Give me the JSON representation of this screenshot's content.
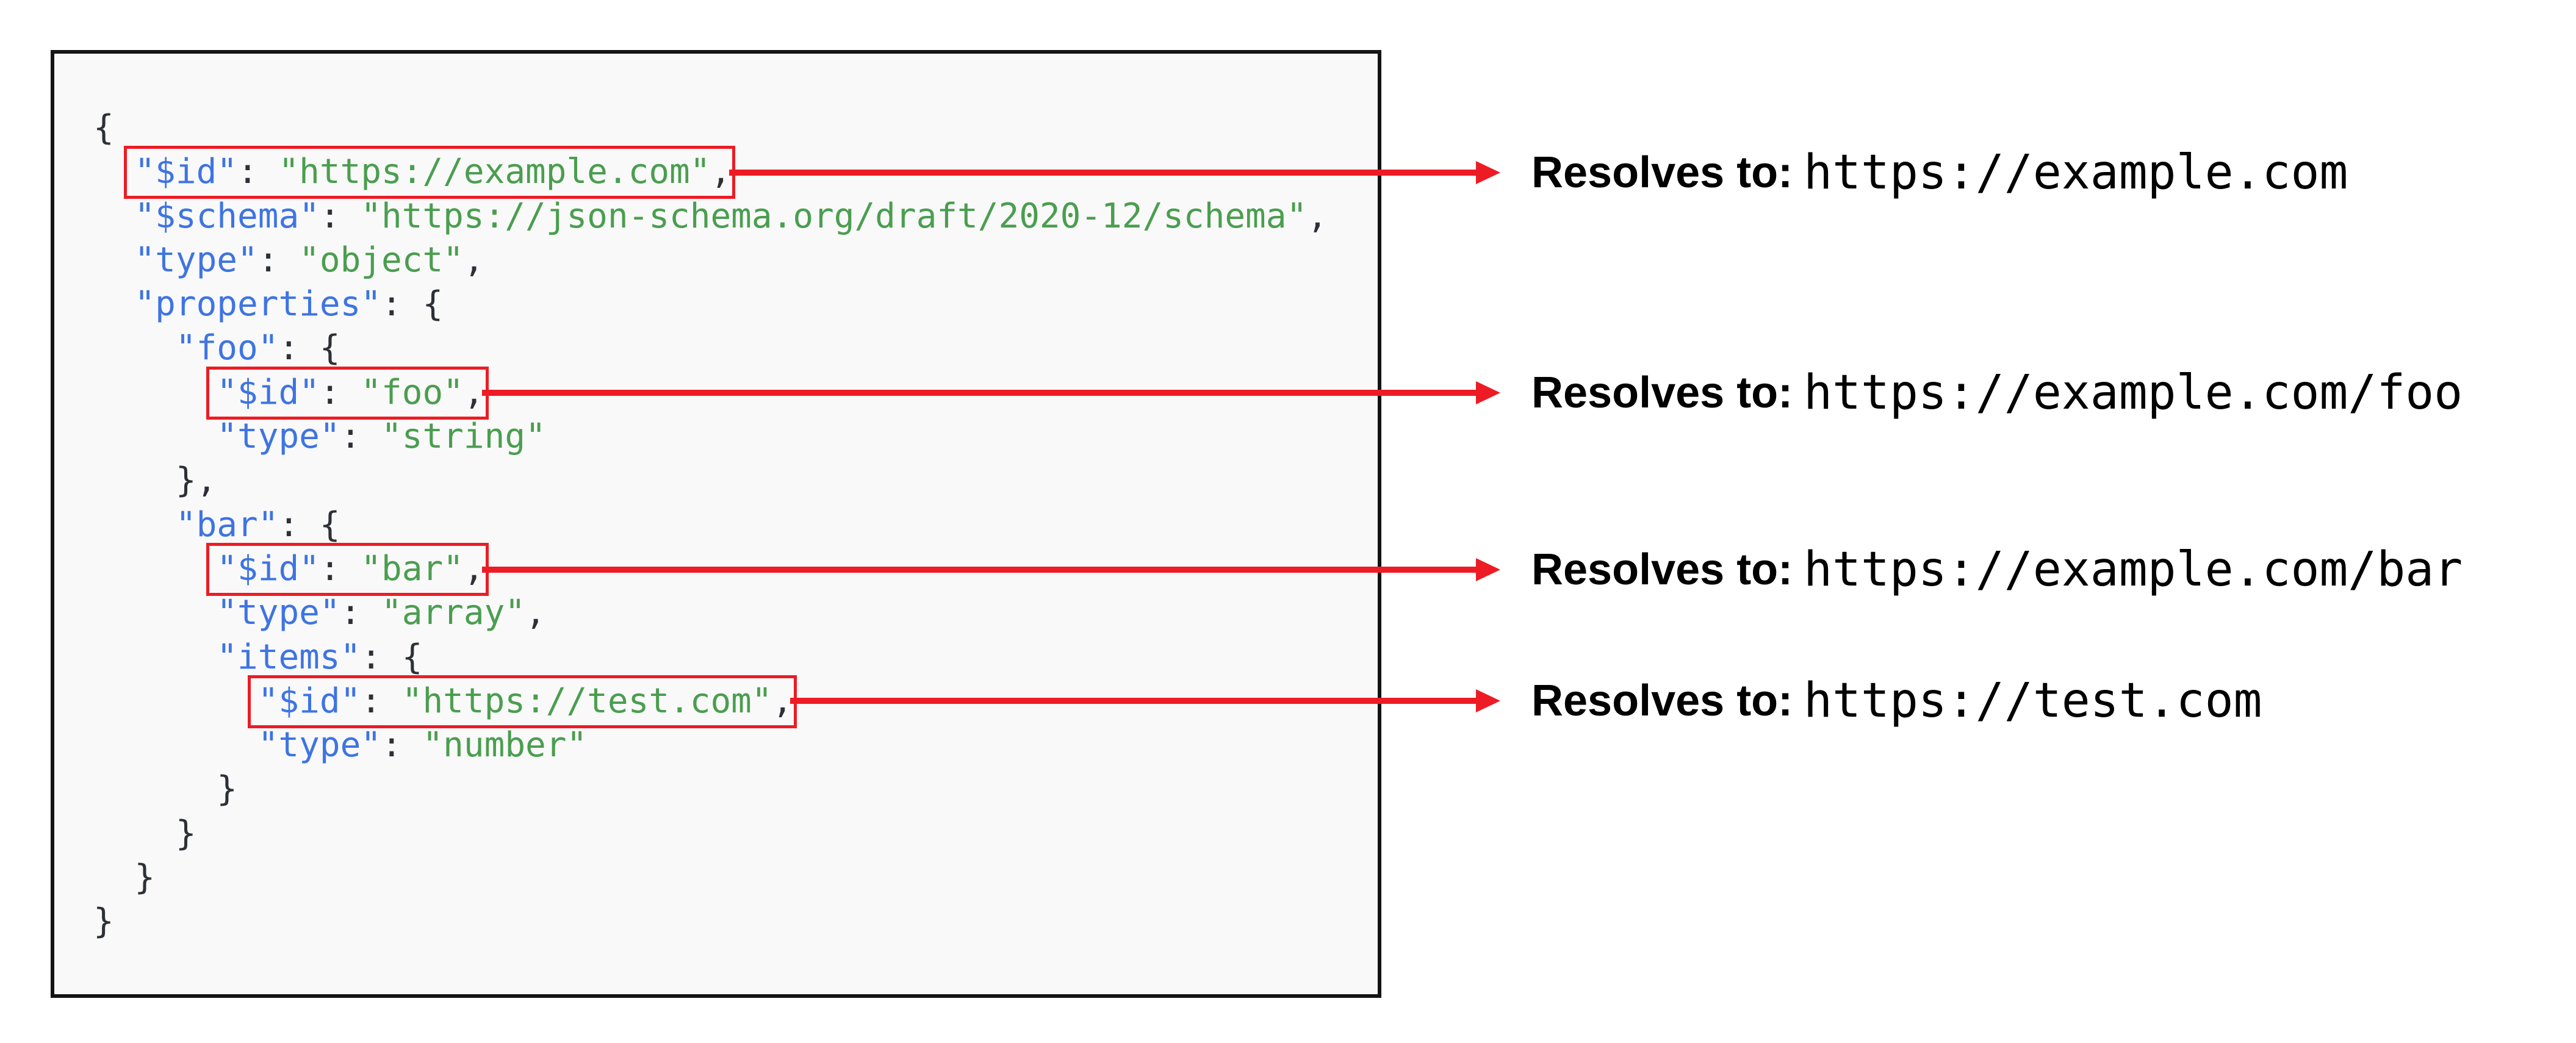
{
  "colors": {
    "red": "#ed1c24",
    "key": "#3e74e3",
    "str": "#4a9e4f",
    "pun": "#2d3036",
    "codebg": "#f9f9f9",
    "border": "#141414",
    "ann": "#000000"
  },
  "code": {
    "lines": [
      {
        "plain": [
          {
            "t": "{",
            "c": "p"
          }
        ],
        "boxed": null
      },
      {
        "plain": [
          {
            "t": "  ",
            "c": "p"
          }
        ],
        "boxed": [
          {
            "t": "\"$id\"",
            "c": "k"
          },
          {
            "t": ": ",
            "c": "p"
          },
          {
            "t": "\"https://example.com\"",
            "c": "s"
          },
          {
            "t": ",",
            "c": "p"
          }
        ]
      },
      {
        "plain": [
          {
            "t": "  ",
            "c": "p"
          },
          {
            "t": "\"$schema\"",
            "c": "k"
          },
          {
            "t": ": ",
            "c": "p"
          },
          {
            "t": "\"https://json-schema.org/draft/2020-12/schema\"",
            "c": "s"
          },
          {
            "t": ",",
            "c": "p"
          }
        ],
        "boxed": null
      },
      {
        "plain": [
          {
            "t": "  ",
            "c": "p"
          },
          {
            "t": "\"type\"",
            "c": "k"
          },
          {
            "t": ": ",
            "c": "p"
          },
          {
            "t": "\"object\"",
            "c": "s"
          },
          {
            "t": ",",
            "c": "p"
          }
        ],
        "boxed": null
      },
      {
        "plain": [
          {
            "t": "  ",
            "c": "p"
          },
          {
            "t": "\"properties\"",
            "c": "k"
          },
          {
            "t": ": {",
            "c": "p"
          }
        ],
        "boxed": null
      },
      {
        "plain": [
          {
            "t": "    ",
            "c": "p"
          },
          {
            "t": "\"foo\"",
            "c": "k"
          },
          {
            "t": ": {",
            "c": "p"
          }
        ],
        "boxed": null
      },
      {
        "plain": [
          {
            "t": "      ",
            "c": "p"
          }
        ],
        "boxed": [
          {
            "t": "\"$id\"",
            "c": "k"
          },
          {
            "t": ": ",
            "c": "p"
          },
          {
            "t": "\"foo\"",
            "c": "s"
          },
          {
            "t": ",",
            "c": "p"
          }
        ]
      },
      {
        "plain": [
          {
            "t": "      ",
            "c": "p"
          },
          {
            "t": "\"type\"",
            "c": "k"
          },
          {
            "t": ": ",
            "c": "p"
          },
          {
            "t": "\"string\"",
            "c": "s"
          }
        ],
        "boxed": null
      },
      {
        "plain": [
          {
            "t": "    },",
            "c": "p"
          }
        ],
        "boxed": null
      },
      {
        "plain": [
          {
            "t": "    ",
            "c": "p"
          },
          {
            "t": "\"bar\"",
            "c": "k"
          },
          {
            "t": ": {",
            "c": "p"
          }
        ],
        "boxed": null
      },
      {
        "plain": [
          {
            "t": "      ",
            "c": "p"
          }
        ],
        "boxed": [
          {
            "t": "\"$id\"",
            "c": "k"
          },
          {
            "t": ": ",
            "c": "p"
          },
          {
            "t": "\"bar\"",
            "c": "s"
          },
          {
            "t": ",",
            "c": "p"
          }
        ]
      },
      {
        "plain": [
          {
            "t": "      ",
            "c": "p"
          },
          {
            "t": "\"type\"",
            "c": "k"
          },
          {
            "t": ": ",
            "c": "p"
          },
          {
            "t": "\"array\"",
            "c": "s"
          },
          {
            "t": ",",
            "c": "p"
          }
        ],
        "boxed": null
      },
      {
        "plain": [
          {
            "t": "      ",
            "c": "p"
          },
          {
            "t": "\"items\"",
            "c": "k"
          },
          {
            "t": ": {",
            "c": "p"
          }
        ],
        "boxed": null
      },
      {
        "plain": [
          {
            "t": "        ",
            "c": "p"
          }
        ],
        "boxed": [
          {
            "t": "\"$id\"",
            "c": "k"
          },
          {
            "t": ": ",
            "c": "p"
          },
          {
            "t": "\"https://test.com\"",
            "c": "s"
          },
          {
            "t": ",",
            "c": "p"
          }
        ]
      },
      {
        "plain": [
          {
            "t": "        ",
            "c": "p"
          },
          {
            "t": "\"type\"",
            "c": "k"
          },
          {
            "t": ": ",
            "c": "p"
          },
          {
            "t": "\"number\"",
            "c": "s"
          }
        ],
        "boxed": null
      },
      {
        "plain": [
          {
            "t": "      }",
            "c": "p"
          }
        ],
        "boxed": null
      },
      {
        "plain": [
          {
            "t": "    }",
            "c": "p"
          }
        ],
        "boxed": null
      },
      {
        "plain": [
          {
            "t": "  }",
            "c": "p"
          }
        ],
        "boxed": null
      },
      {
        "plain": [
          {
            "t": "}",
            "c": "p"
          }
        ],
        "boxed": null
      }
    ]
  },
  "annotations": [
    {
      "label": "Resolves to:",
      "value": "https://example.com"
    },
    {
      "label": "Resolves to:",
      "value": "https://example.com/foo"
    },
    {
      "label": "Resolves to:",
      "value": "https://example.com/bar"
    },
    {
      "label": "Resolves to:",
      "value": "https://test.com"
    }
  ]
}
